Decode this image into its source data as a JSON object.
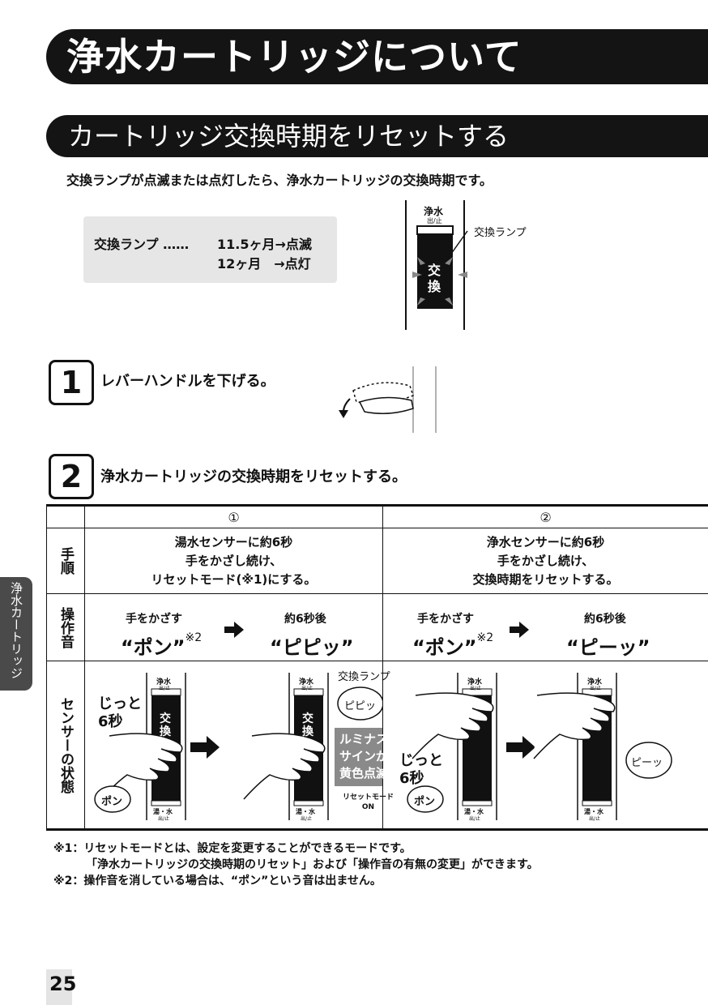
{
  "title": "浄水カートリッジについて",
  "subtitle": "カートリッジ交換時期をリセットする",
  "intro": "交換ランプが点滅または点灯したら、浄水カートリッジの交換時期です。",
  "info": {
    "label": "交換ランプ ……",
    "value1": "11.5ヶ月→点滅",
    "value2": "12ヶ月　→点灯"
  },
  "lamp_figure": {
    "top_label": "浄水",
    "top_sub": "出/止",
    "lamp_char1": "交",
    "lamp_char2": "換",
    "callout": "交換ランプ"
  },
  "steps": [
    {
      "number": "1",
      "text": "レバーハンドルを下げる。"
    },
    {
      "number": "2",
      "text": "浄水カートリッジの交換時期をリセットする。"
    }
  ],
  "table": {
    "col1": "①",
    "col2": "②",
    "row_procedure": "手順",
    "row_sound": "操作音",
    "row_sensor": "センサーの状態",
    "proc1": [
      "湯水センサーに約6秒",
      "手をかざし続け、",
      "リセットモード(※1)にする。"
    ],
    "proc2": [
      "浄水センサーに約6秒",
      "手をかざし続け、",
      "交換時期をリセットする。"
    ],
    "sound1": {
      "left_small": "手をかざす",
      "left_big": "“ポン”",
      "left_sup": "※2",
      "right_small": "約6秒後",
      "right_big": "“ピピッ”"
    },
    "sound2": {
      "left_small": "手をかざす",
      "left_big": "“ポン”",
      "left_sup": "※2",
      "right_small": "約6秒後",
      "right_big": "“ピーッ”"
    }
  },
  "sensor_ill": {
    "label_joutto1": "じっと",
    "label_6byou1": "6秒",
    "label_joutto2": "じっと",
    "label_6byou2": "6秒",
    "pon1": "ポン",
    "pon2": "ポン",
    "lamp_callout": "交換ランプ",
    "pipi": "ピピッ",
    "pii": "ピーッ",
    "luminous": [
      "ルミナス",
      "サインが",
      "黄色点滅"
    ],
    "reset_mode": [
      "リセットモード",
      "ON"
    ],
    "top_label": "浄水",
    "top_sub": "出/止",
    "bottom_label": "湯・水",
    "bottom_sub": "出/止",
    "lamp_char1": "交",
    "lamp_char2": "換"
  },
  "side_tab": "浄水カートリッジ",
  "notes": [
    "※1：リセットモードとは、設定を変更することができるモードです。",
    "「浄水カートリッジの交換時期のリセット」および「操作音の有無の変更」ができます。",
    "※2：操作音を消している場合は、“ポン”という音は出ません。"
  ],
  "page_number": "25"
}
